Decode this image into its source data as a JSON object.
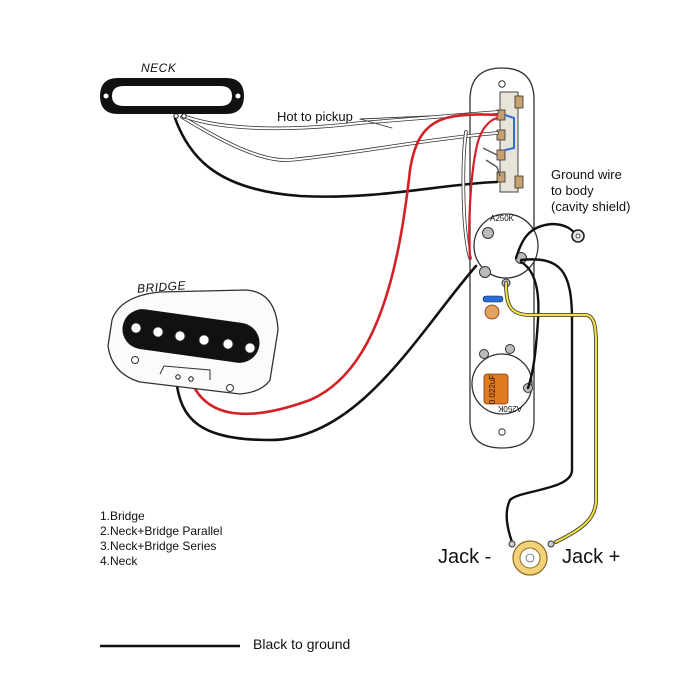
{
  "labels": {
    "neck": "NECK",
    "bridge": "BRIDGE",
    "hot_to_pickup": "Hot to pickup",
    "ground_wire": [
      "Ground wire",
      "to body",
      "(cavity shield)"
    ],
    "pot_top": "A250K",
    "pot_bottom": "A250K",
    "capacitor": "0.022uF",
    "jack_minus": "Jack -",
    "jack_plus": "Jack +",
    "black_to_ground": "Black to ground"
  },
  "positions_list": [
    "1.Bridge",
    "2.Neck+Bridge Parallel",
    "3.Neck+Bridge Series",
    "4.Neck"
  ],
  "colors": {
    "hot_wire": "#d42027",
    "ground_wire": "#111111",
    "white_wire": "#ffffff",
    "shield_wire": "#f0e040",
    "control_plate": "#ffffff",
    "pickup_body": "#111111",
    "switch": "#c8a070",
    "capacitor": "#e07a20"
  }
}
